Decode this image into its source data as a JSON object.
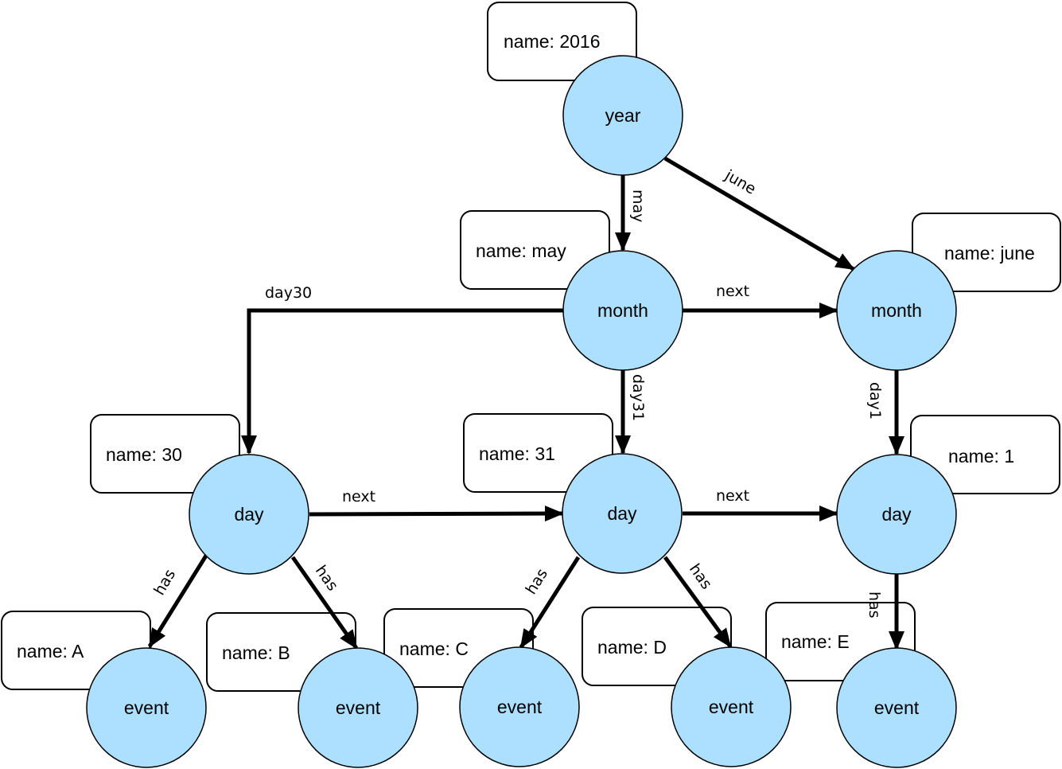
{
  "nodes": {
    "year": {
      "label": "year",
      "prop": "name: 2016"
    },
    "month_may": {
      "label": "month",
      "prop": "name: may"
    },
    "month_june": {
      "label": "month",
      "prop": "name: june"
    },
    "day_30": {
      "label": "day",
      "prop": "name: 30"
    },
    "day_31": {
      "label": "day",
      "prop": "name: 31"
    },
    "day_1": {
      "label": "day",
      "prop": "name: 1"
    },
    "event_a": {
      "label": "event",
      "prop": "name: A"
    },
    "event_b": {
      "label": "event",
      "prop": "name: B"
    },
    "event_c": {
      "label": "event",
      "prop": "name: C"
    },
    "event_d": {
      "label": "event",
      "prop": "name: D"
    },
    "event_e": {
      "label": "event",
      "prop": "name: E"
    }
  },
  "edges": {
    "may": "may",
    "june": "june",
    "day30": "day30",
    "next_month": "next",
    "day31": "day31",
    "day1": "day1",
    "next_30_31": "next",
    "next_31_1": "next",
    "has_30_a": "has",
    "has_30_b": "has",
    "has_31_c": "has",
    "has_31_d": "has",
    "has_1_e": "has"
  },
  "colors": {
    "node_fill": "#ade0ff",
    "stroke": "#000000",
    "box_fill": "#ffffff"
  }
}
